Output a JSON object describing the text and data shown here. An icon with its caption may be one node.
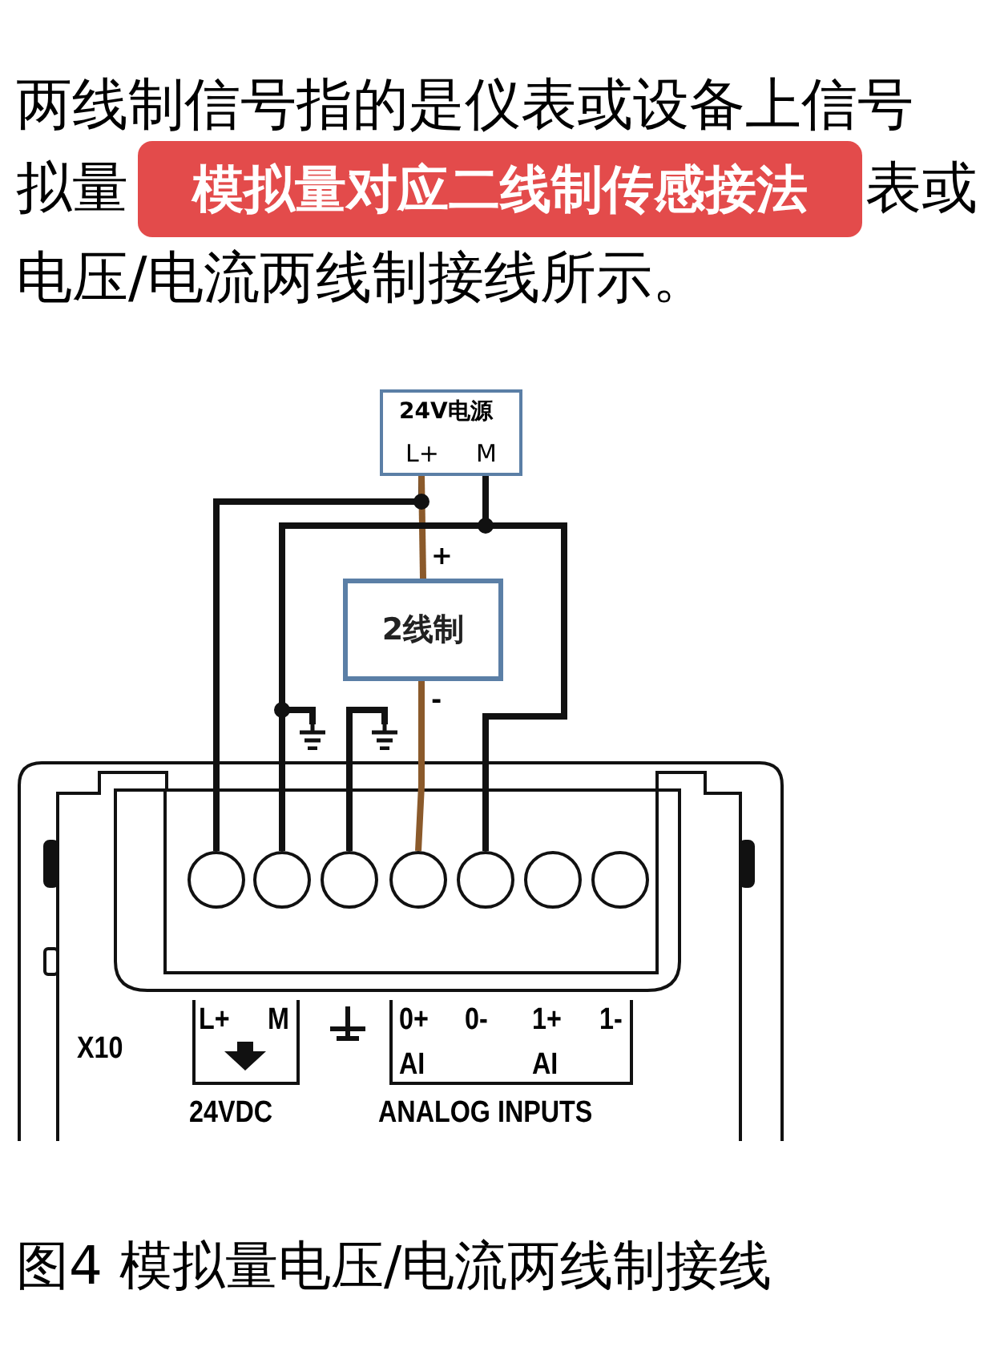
{
  "diagram": {
    "title": "模拟量对应二线制传感接法",
    "caption": "图4 模拟量电压/电流两线制接线",
    "nodes": [
      {
        "text": [
          "24V电源",
          "L+",
          "M"
        ]
      },
      {
        "text": [
          "2线制"
        ],
        "beside": [
          "+",
          "-"
        ]
      },
      {
        "text": [],
        "shape": "ground"
      },
      {
        "text": [],
        "shape": "ground"
      },
      {
        "text": [],
        "shape": "circle"
      },
      {
        "text": [],
        "shape": "circle"
      },
      {
        "text": [],
        "shape": "circle"
      },
      {
        "text": [],
        "shape": "circle"
      },
      {
        "text": [],
        "shape": "circle"
      },
      {
        "text": [],
        "shape": "circle"
      },
      {
        "text": [],
        "shape": "circle"
      }
    ],
    "edges": [
      {
        "from": 0,
        "to": 4,
        "arrow": "none"
      },
      {
        "from": 0,
        "to": 1,
        "arrow": "none",
        "color": "#8b5a2b"
      },
      {
        "from": 1,
        "to": 7,
        "arrow": "none",
        "color": "#8b5a2b"
      },
      {
        "from": 0,
        "to": 5,
        "arrow": "none"
      },
      {
        "from": 0,
        "to": 8,
        "arrow": "none"
      },
      {
        "from": 5,
        "to": 2,
        "arrow": "none"
      },
      {
        "from": 6,
        "to": 3,
        "arrow": "none"
      }
    ],
    "labels": [
      "两线制信号指的是仪表或设备上信号",
      "拟量",
      "表或",
      "电压/电流两线制接线所示。",
      "L+",
      "M",
      "0+",
      "0-",
      "1+",
      "1-",
      "X10",
      "AI",
      "AI",
      "24VDC",
      "ANALOG INPUTS"
    ]
  }
}
